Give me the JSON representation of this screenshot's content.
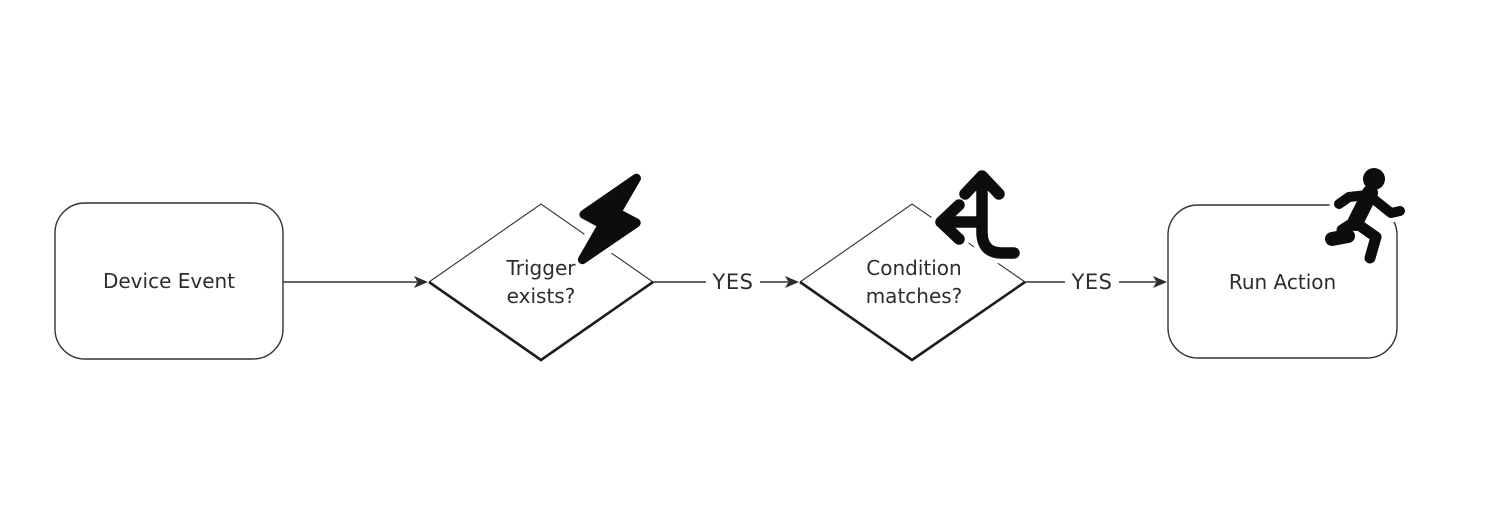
{
  "diagram": {
    "type": "flowchart",
    "background_color": "#ffffff",
    "line_color": "#333333",
    "thick_edge_color": "#1d1d1d",
    "icon_color": "#0d0d0d",
    "text_color": "#2d2d2d",
    "nodes": [
      {
        "id": "device-event",
        "shape": "rounded-rect",
        "label": "Device Event",
        "icon": null
      },
      {
        "id": "trigger-exists",
        "shape": "decision-diamond",
        "label": "Trigger exists?",
        "icon": "lightning-bolt-icon"
      },
      {
        "id": "condition-matches",
        "shape": "decision-diamond",
        "label": "Condition matches?",
        "icon": "split-directions-icon"
      },
      {
        "id": "run-action",
        "shape": "rounded-rect",
        "label": "Run Action",
        "icon": "running-person-icon"
      }
    ],
    "edges": [
      {
        "from": "device-event",
        "to": "trigger-exists",
        "label": ""
      },
      {
        "from": "trigger-exists",
        "to": "condition-matches",
        "label": "YES"
      },
      {
        "from": "condition-matches",
        "to": "run-action",
        "label": "YES"
      }
    ]
  }
}
